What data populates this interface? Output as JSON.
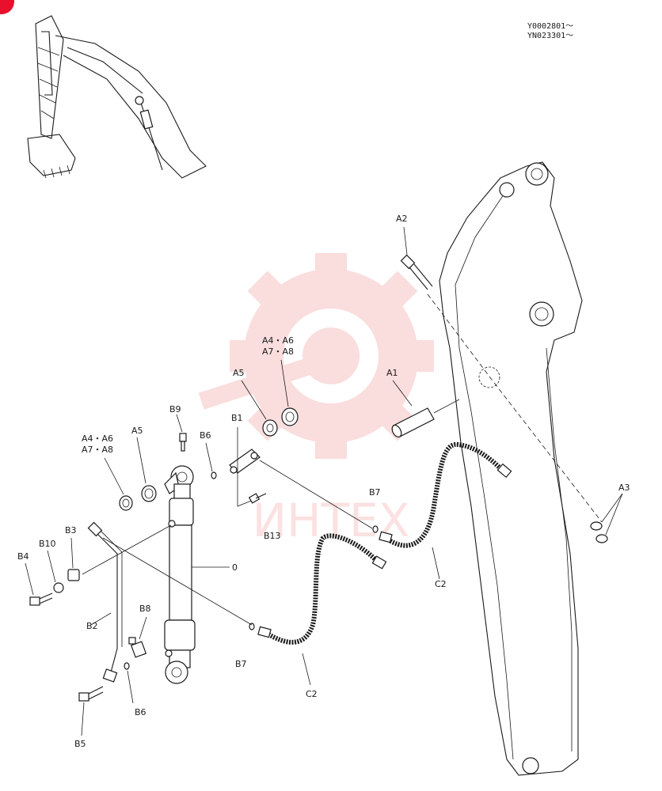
{
  "serials": [
    "Y0002801～",
    "YN023301～"
  ],
  "watermark": {
    "text": "ИНТЕХ",
    "color": "#e84a4a"
  },
  "corner_badge_color": "#e8102a",
  "labels": {
    "A1": "A1",
    "A2": "A2",
    "A3": "A3",
    "A4_top": "A4・A6",
    "A7_top": "A7・A8",
    "A4_left": "A4・A6",
    "A7_left": "A7・A8",
    "A5_top": "A5",
    "A5_left": "A5",
    "B1": "B1",
    "B2": "B2",
    "B3": "B3",
    "B4": "B4",
    "B5": "B5",
    "B6_top": "B6",
    "B6_bottom": "B6",
    "B7_right": "B7",
    "B7_bottom": "B7",
    "B8": "B8",
    "B9": "B9",
    "B10": "B10",
    "B13": "B13",
    "C2_right": "C2",
    "C2_bottom": "C2",
    "zero": "0"
  }
}
